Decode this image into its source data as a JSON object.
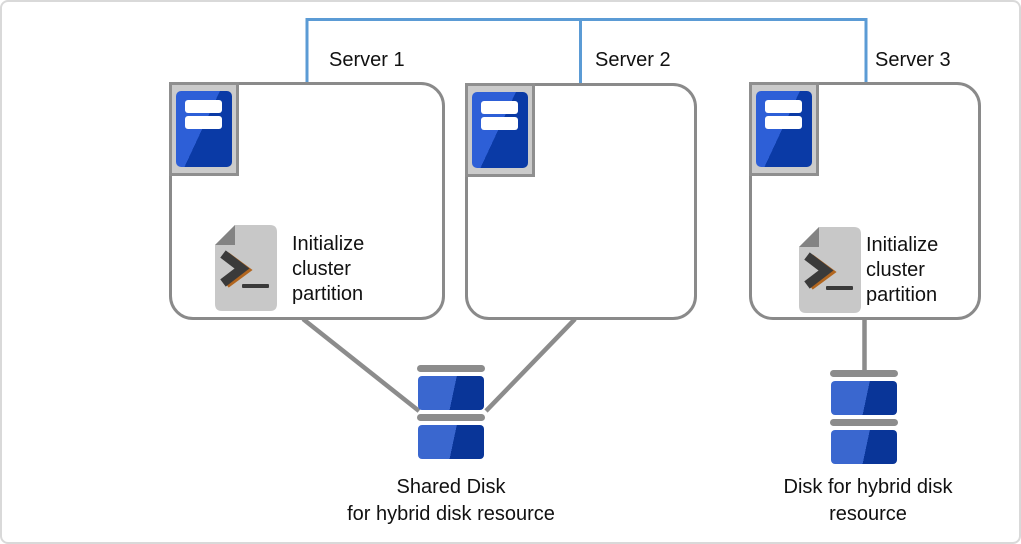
{
  "servers": [
    {
      "label": "Server 1",
      "script_lines": [
        "Initialize",
        "cluster",
        "partition"
      ]
    },
    {
      "label": "Server 2",
      "script_lines": []
    },
    {
      "label": "Server 3",
      "script_lines": [
        "Initialize",
        "cluster",
        "partition"
      ]
    }
  ],
  "disks": [
    {
      "lines": [
        "Shared Disk",
        "for hybrid disk resource"
      ]
    },
    {
      "lines": [
        "Disk for hybrid disk",
        "resource"
      ]
    }
  ],
  "icons": {
    "server": "server-icon",
    "script": "script-terminal-icon",
    "disk": "disk-stack-icon",
    "network": "interconnect-line"
  },
  "colors": {
    "network_line": "#5b9bd5",
    "box_border": "#8a8a8a",
    "connector_line": "#8c8c8c",
    "icon_frame_gray": "#cbcbcb",
    "server_blue_light": "#2d5fd7",
    "server_blue_dark": "#0a3aa6",
    "disk_blue_light": "#3a67cf",
    "disk_blue_dark": "#093598",
    "document_gray": "#c8c8c8",
    "text": "#111111"
  }
}
